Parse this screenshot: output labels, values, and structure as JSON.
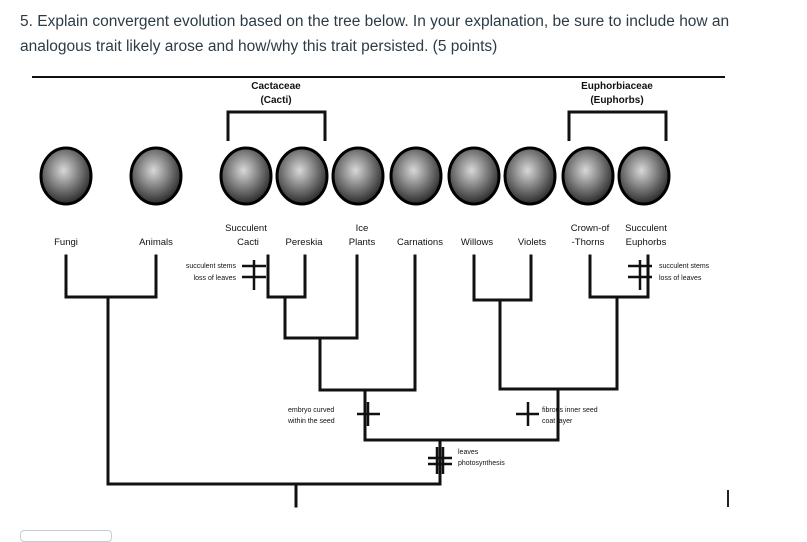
{
  "question": {
    "text": "5. Explain convergent evolution based on the tree below. In your explanation, be sure to include how an analogous trait likely arose and how/why this trait persisted. (5 points)"
  },
  "tree": {
    "families": [
      {
        "name": "Cactaceae",
        "common": "(Cacti)"
      },
      {
        "name": "Euphorbiaceae",
        "common": "(Euphorbs)"
      }
    ],
    "taxa": [
      {
        "line1": "",
        "line2": "Fungi"
      },
      {
        "line1": "",
        "line2": "Animals"
      },
      {
        "line1": "Succulent",
        "line2": "Cacti"
      },
      {
        "line1": "",
        "line2": "Pereskia"
      },
      {
        "line1": "Ice",
        "line2": "Plants"
      },
      {
        "line1": "",
        "line2": "Carnations"
      },
      {
        "line1": "",
        "line2": "Willows"
      },
      {
        "line1": "",
        "line2": "Violets"
      },
      {
        "line1": "Crown-of",
        "line2": "-Thorns"
      },
      {
        "line1": "Succulent",
        "line2": "Euphorbs"
      }
    ],
    "traits": {
      "cacti_stems": "succulent stems",
      "cacti_leaves": "loss of leaves",
      "embryo_1": "embryo curved",
      "embryo_2": "within the seed",
      "fibrous_1": "fibrous inner seed",
      "fibrous_2": "coat layer",
      "leaves_1": "leaves",
      "leaves_2": "photosynthesis",
      "euph_stems": "succulent stems",
      "euph_leaves": "loss of leaves"
    }
  }
}
